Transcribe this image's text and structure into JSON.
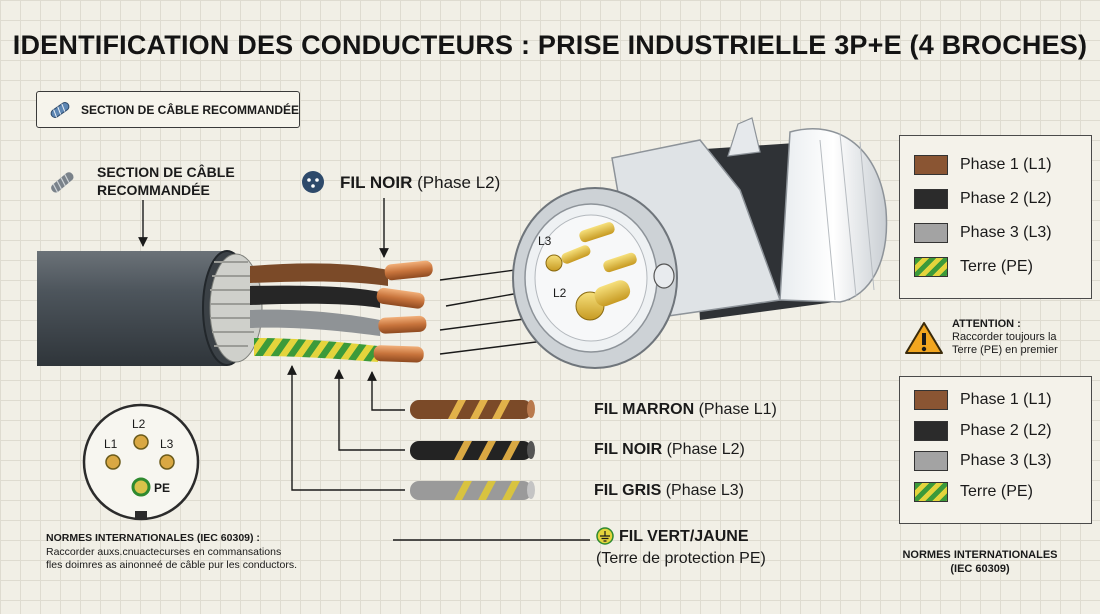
{
  "title": "IDENTIFICATION DES CONDUCTEURS : PRISE INDUSTRIELLE 3P+E (4 BROCHES)",
  "badge": {
    "label": "SECTION DE CÂBLE RECOMMANDÉE",
    "icon": "cable-icon"
  },
  "cable_section_label": {
    "line1": "SECTION DE CÂBLE",
    "line2": "RECOMMANDÉE",
    "icon": "cable-icon"
  },
  "top_callout": {
    "bold": "FIL NOIR",
    "rest": " (Phase L2)",
    "icon": "connector-icon"
  },
  "plug_labels": {
    "l3": "L3",
    "l2": "L2"
  },
  "wires": [
    {
      "bold": "FIL MARRON",
      "rest": " (Phase L1)",
      "color": "#7b4a28",
      "stripe": "#e2b24a"
    },
    {
      "bold": "FIL NOIR",
      "rest": " (Phase L2)",
      "color": "#232323",
      "stripe": "#d9a843"
    },
    {
      "bold": "FIL GRIS",
      "rest": " (Phase L3)",
      "color": "#9a9a9a",
      "stripe": "#d8c340"
    }
  ],
  "earth_wire": {
    "bold": "FIL VERT/JAUNE",
    "rest": "(Terre de protection PE)",
    "icon": "earth-icon"
  },
  "legend_top": [
    {
      "label": "Phase 1 (L1)",
      "color": "#8a5533"
    },
    {
      "label": "Phase 2 (L2)",
      "color": "#2b2b2b"
    },
    {
      "label": "Phase 3 (L3)",
      "color": "#a3a3a3"
    },
    {
      "label": "Terre (PE)",
      "color": "green-yellow"
    }
  ],
  "legend_bottom": [
    {
      "label": "Phase 1 (L1)",
      "color": "#8a5533"
    },
    {
      "label": "Phase 2 (L2)",
      "color": "#2b2b2b"
    },
    {
      "label": "Phase 3 (L3)",
      "color": "#a3a3a3"
    },
    {
      "label": "Terre (PE)",
      "color": "green-yellow"
    }
  ],
  "attention": {
    "title": "ATTENTION :",
    "line1": "Raccorder toujours la",
    "line2": "Terre (PE) en premier",
    "icon": "warning-icon"
  },
  "pinout": {
    "l1": "L1",
    "l2": "L2",
    "l3": "L3",
    "pe": "PE"
  },
  "norms_left": {
    "title": "NORMES INTERNATIONALES (IEC 60309) :",
    "line1": "Raccorder auxs.cnuactecurses en commansations",
    "line2": "fles doimres as ainonneé de câble pur les conductors."
  },
  "norms_right": {
    "line1": "NORMES INTERNATIONALES",
    "line2": "(IEC 60309)"
  }
}
